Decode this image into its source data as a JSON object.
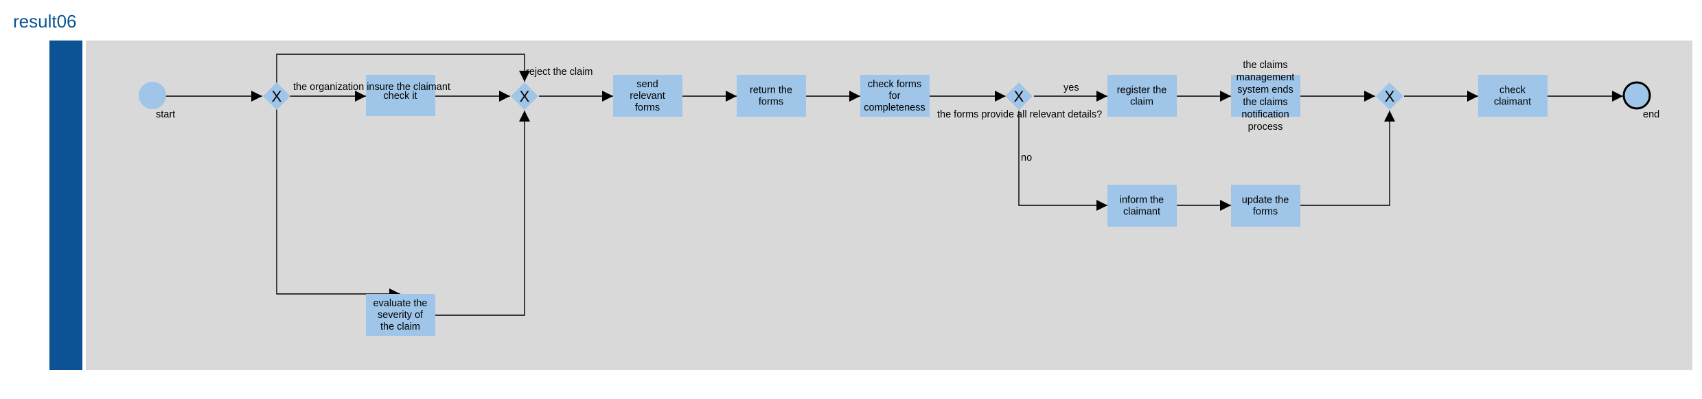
{
  "title": "result06",
  "colors": {
    "pool_bar": "#0b5394",
    "lane_bg": "#d9d9d9",
    "task_fill": "#9fc5e8",
    "event_fill": "#9fc5e8",
    "title": "#0b5394",
    "line": "#000000"
  },
  "events": {
    "start": {
      "label": "start"
    },
    "end": {
      "label": "end"
    }
  },
  "gateways": [
    {
      "id": "g1",
      "symbol": "X"
    },
    {
      "id": "g2",
      "symbol": "X"
    },
    {
      "id": "g3",
      "symbol": "X"
    },
    {
      "id": "g4",
      "symbol": "X"
    }
  ],
  "tasks": [
    {
      "id": "t_check",
      "lines": [
        "check it"
      ]
    },
    {
      "id": "t_eval",
      "lines": [
        "evaluate the",
        "severity of",
        "the claim"
      ]
    },
    {
      "id": "t_send",
      "lines": [
        "send",
        "relevant",
        "forms"
      ]
    },
    {
      "id": "t_return",
      "lines": [
        "return the",
        "forms"
      ]
    },
    {
      "id": "t_checkforms",
      "lines": [
        "check forms",
        "for",
        "completeness"
      ]
    },
    {
      "id": "t_register",
      "lines": [
        "register the",
        "claim"
      ]
    },
    {
      "id": "t_claims",
      "lines": [
        "the claims",
        "management",
        "system ends",
        "the claims",
        "notification",
        "process"
      ]
    },
    {
      "id": "t_inform",
      "lines": [
        "inform the",
        "claimant"
      ]
    },
    {
      "id": "t_update",
      "lines": [
        "update the",
        "forms"
      ]
    },
    {
      "id": "t_checkclaimant",
      "lines": [
        "check",
        "claimant"
      ]
    }
  ],
  "flow_labels": {
    "insure": "the organization insure the claimant",
    "reject": "reject the claim",
    "forms_question": "the forms provide all relevant details?",
    "yes": "yes",
    "no": "no"
  }
}
